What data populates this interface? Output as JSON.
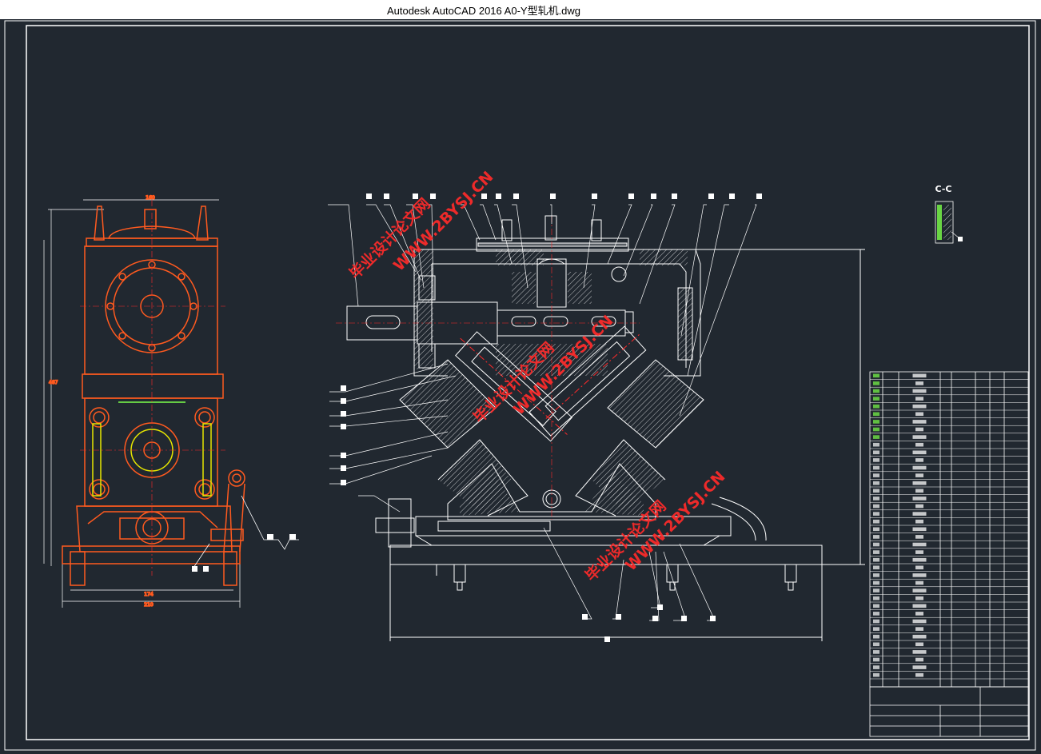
{
  "window": {
    "title": "Autodesk AutoCAD 2016     A0-Y型轧机.dwg"
  },
  "drawing": {
    "section_label": "C-C",
    "watermark": "毕业设计论文网",
    "watermark_url": "WWW.2BYSJ.CN",
    "colors": {
      "background": "#212830",
      "lines": "#ffffff",
      "orange": "#ff5a1f",
      "red": "#ff2a2a",
      "green": "#7cff4a",
      "yellow": "#e6e600"
    }
  }
}
